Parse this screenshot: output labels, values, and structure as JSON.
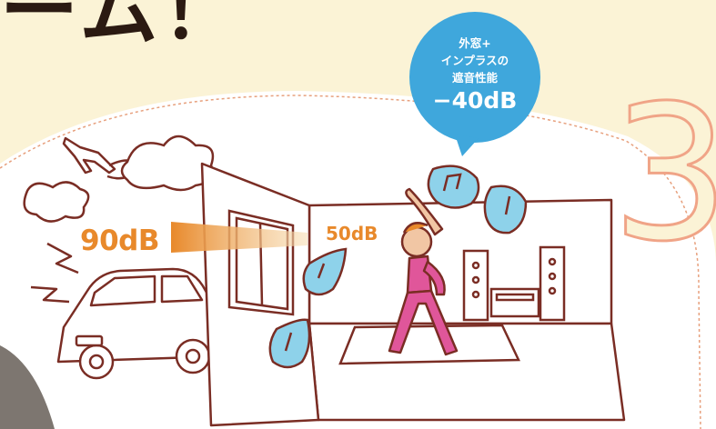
{
  "heading_fragment": "ーム！",
  "step_number": "3",
  "speech_bubble": {
    "line1": "外窓+",
    "line2": "インプラスの",
    "line3": "遮音性能",
    "value": "−40dB"
  },
  "noise_labels": {
    "outside": "90dB",
    "inside": "50dB"
  },
  "colors": {
    "background": "#fbf3d6",
    "bubble": "#3fa7dc",
    "accent_orange": "#e8892b",
    "outline": "#7a2d24",
    "note_blue": "#8ed2ea",
    "figure_pink": "#e0569a",
    "step_number_outline": "#f0a487"
  }
}
